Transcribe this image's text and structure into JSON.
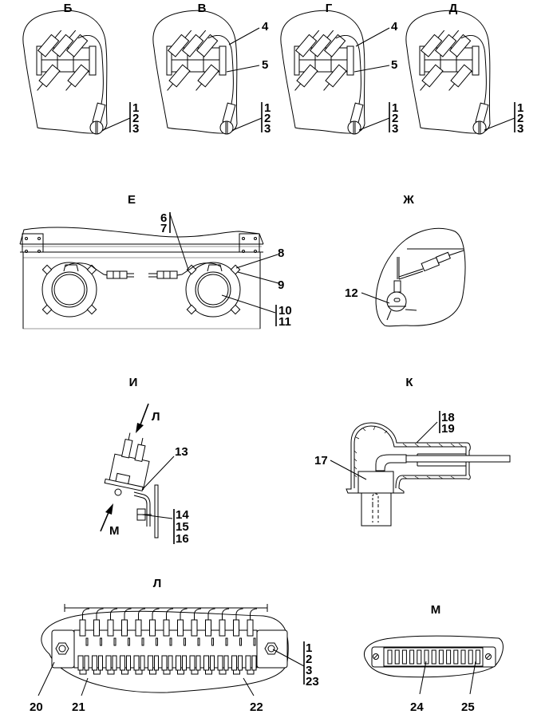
{
  "views": {
    "b": {
      "title": "Б",
      "callouts": [
        "1",
        "2",
        "3"
      ]
    },
    "v": {
      "title": "В",
      "callouts": [
        "4",
        "5",
        "1",
        "2",
        "3"
      ]
    },
    "g": {
      "title": "Г",
      "callouts": [
        "4",
        "5",
        "1",
        "2",
        "3"
      ]
    },
    "d": {
      "title": "Д",
      "callouts": [
        "1",
        "2",
        "3"
      ]
    },
    "e": {
      "title": "Е",
      "callouts": [
        "6",
        "7",
        "8",
        "9",
        "10",
        "11"
      ]
    },
    "zh": {
      "title": "Ж",
      "callouts": [
        "12"
      ]
    },
    "i": {
      "title": "И",
      "arrow_l": "Л",
      "arrow_m": "М",
      "callouts": [
        "13",
        "14",
        "15",
        "16"
      ]
    },
    "k": {
      "title": "К",
      "callouts": [
        "17",
        "18",
        "19"
      ]
    },
    "l": {
      "title": "Л",
      "callouts": [
        "1",
        "2",
        "3",
        "23",
        "20",
        "21",
        "22"
      ]
    },
    "m": {
      "title": "М",
      "callouts": [
        "24",
        "25"
      ]
    }
  }
}
